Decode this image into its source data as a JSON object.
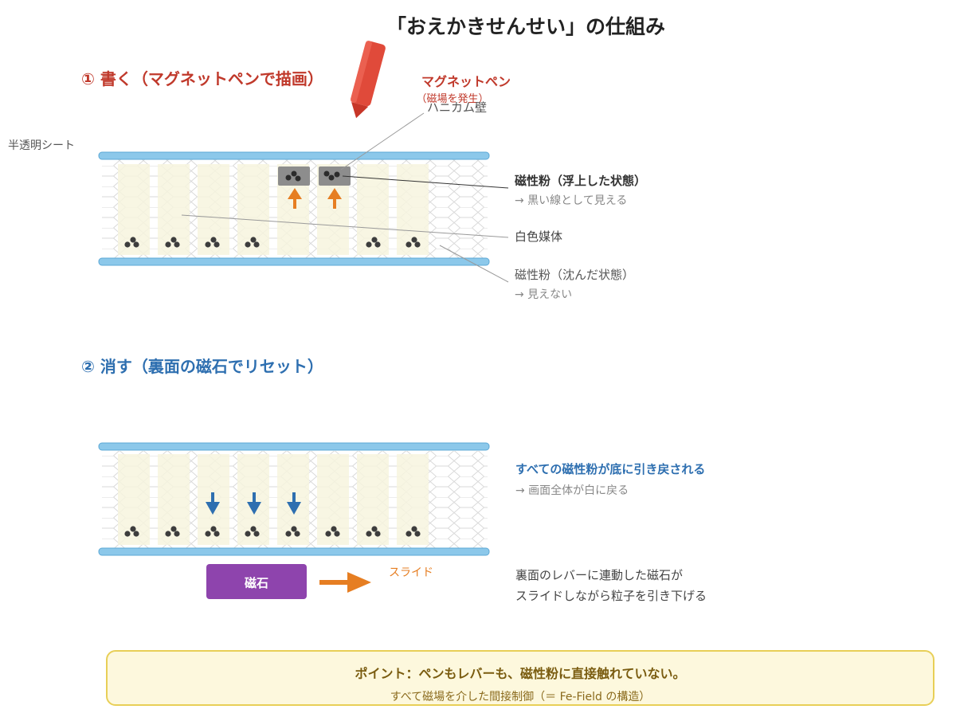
{
  "title": "「おえかきせんせい」の仕組み",
  "section1": {
    "heading": "① 書く（マグネットペンで描画）",
    "pen_label": "マグネットペン",
    "pen_sublabel": "（磁場を発生）",
    "honeycomb_label": "ハニカム壁",
    "sheet_label": "半透明シート",
    "floating_powder_label": "磁性粉（浮上した状態）",
    "floating_powder_note": "→ 黒い線として見える",
    "white_medium_label": "白色媒体",
    "sunk_powder_label": "磁性粉（沈んだ状態）",
    "sunk_powder_note": "→ 見えない"
  },
  "section2": {
    "heading": "② 消す（裏面の磁石でリセット）",
    "reset_label": "すべての磁性粉が底に引き戻される",
    "reset_note": "→ 画面全体が白に戻る",
    "magnet_label": "磁石",
    "slide_label": "スライド",
    "lever_note_line1": "裏面のレバーに連動した磁石が",
    "lever_note_line2": "スライドしながら粒子を引き下げる"
  },
  "point": {
    "text": "ポイント：ペンもレバーも、磁性粉に直接触れていない。",
    "subtext": "すべて磁場を介した間接制御（＝ Fe-Field の構造）"
  },
  "colors": {
    "write_red": "#c0392b",
    "erase_blue": "#2e6fb0",
    "sheet_blue": "#8cc8ea",
    "arrow_orange": "#e67e22",
    "magnet_purple": "#8e44ad",
    "powder": "#3d3d3d",
    "callout_bg": "#fdf8dd",
    "callout_border": "#e8cf57"
  }
}
